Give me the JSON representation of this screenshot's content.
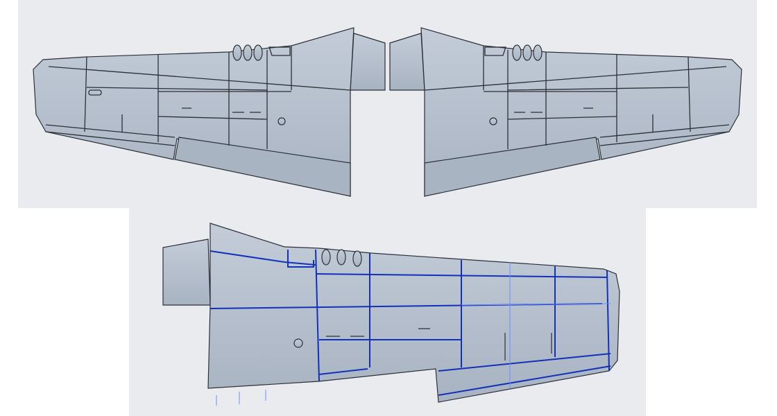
{
  "colors": {
    "background": "#ffffff",
    "viewport": "#e9ebef",
    "wing_surface": "#b7c2d0",
    "wing_shade": "#a4afbe",
    "panel_line": "#2b2f36",
    "highlight_line": "#1230b8",
    "construction_line": "#6f8cff"
  },
  "views": [
    {
      "name": "left-wing-top-view"
    },
    {
      "name": "right-wing-top-view"
    },
    {
      "name": "wing-panel-layout-view"
    }
  ]
}
